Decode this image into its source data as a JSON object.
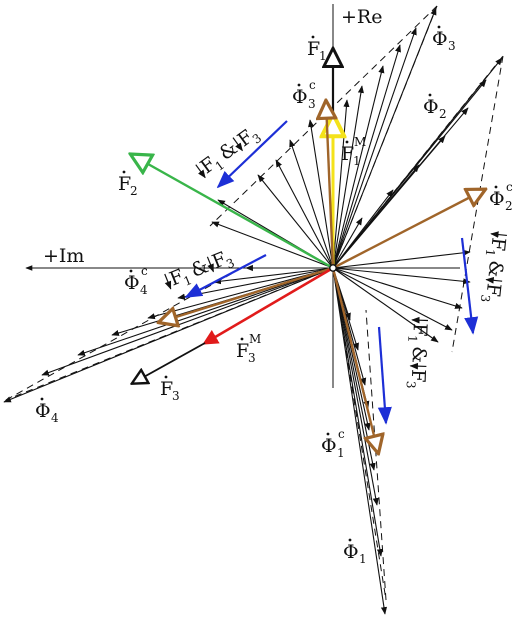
{
  "axes": {
    "re_label": "+Re",
    "im_label": "+Im"
  },
  "labels": {
    "F1": {
      "main": "F",
      "sub": "1"
    },
    "F2": {
      "main": "F",
      "sub": "2"
    },
    "F3": {
      "main": "F",
      "sub": "3"
    },
    "F1M": {
      "main": "F",
      "sub": "1",
      "sup": "M"
    },
    "F3M": {
      "main": "F",
      "sub": "3",
      "sup": "M"
    },
    "Phi1": {
      "main": "Φ",
      "sub": "1"
    },
    "Phi2": {
      "main": "Φ",
      "sub": "2"
    },
    "Phi3": {
      "main": "Φ",
      "sub": "3"
    },
    "Phi4": {
      "main": "Φ",
      "sub": "4"
    },
    "Phi1c": {
      "main": "Φ",
      "sub": "1",
      "sup": "c"
    },
    "Phi2c": {
      "main": "Φ",
      "sub": "2",
      "sup": "c"
    },
    "Phi3c": {
      "main": "Φ",
      "sub": "3",
      "sup": "c"
    },
    "Phi4c": {
      "main": "Φ",
      "sub": "4",
      "sup": "c"
    },
    "combo_a": {
      "f": "F",
      "s1": "1",
      "amp": "&",
      "s3": "3"
    },
    "combo_b": {
      "f": "F",
      "s1": "1",
      "amp": "&",
      "s3": "3"
    },
    "combo_c": {
      "f": "F",
      "s1": "1",
      "amp": "&",
      "s3": "3"
    },
    "combo_d": {
      "f": "F",
      "s1": "1",
      "amp": "&",
      "s3": "3"
    }
  },
  "colors": {
    "black": "#111111",
    "brown": "#a0652a",
    "yellow": "#f4e21a",
    "green": "#39b54a",
    "red": "#e11b1b",
    "blue": "#1d2fd6"
  }
}
